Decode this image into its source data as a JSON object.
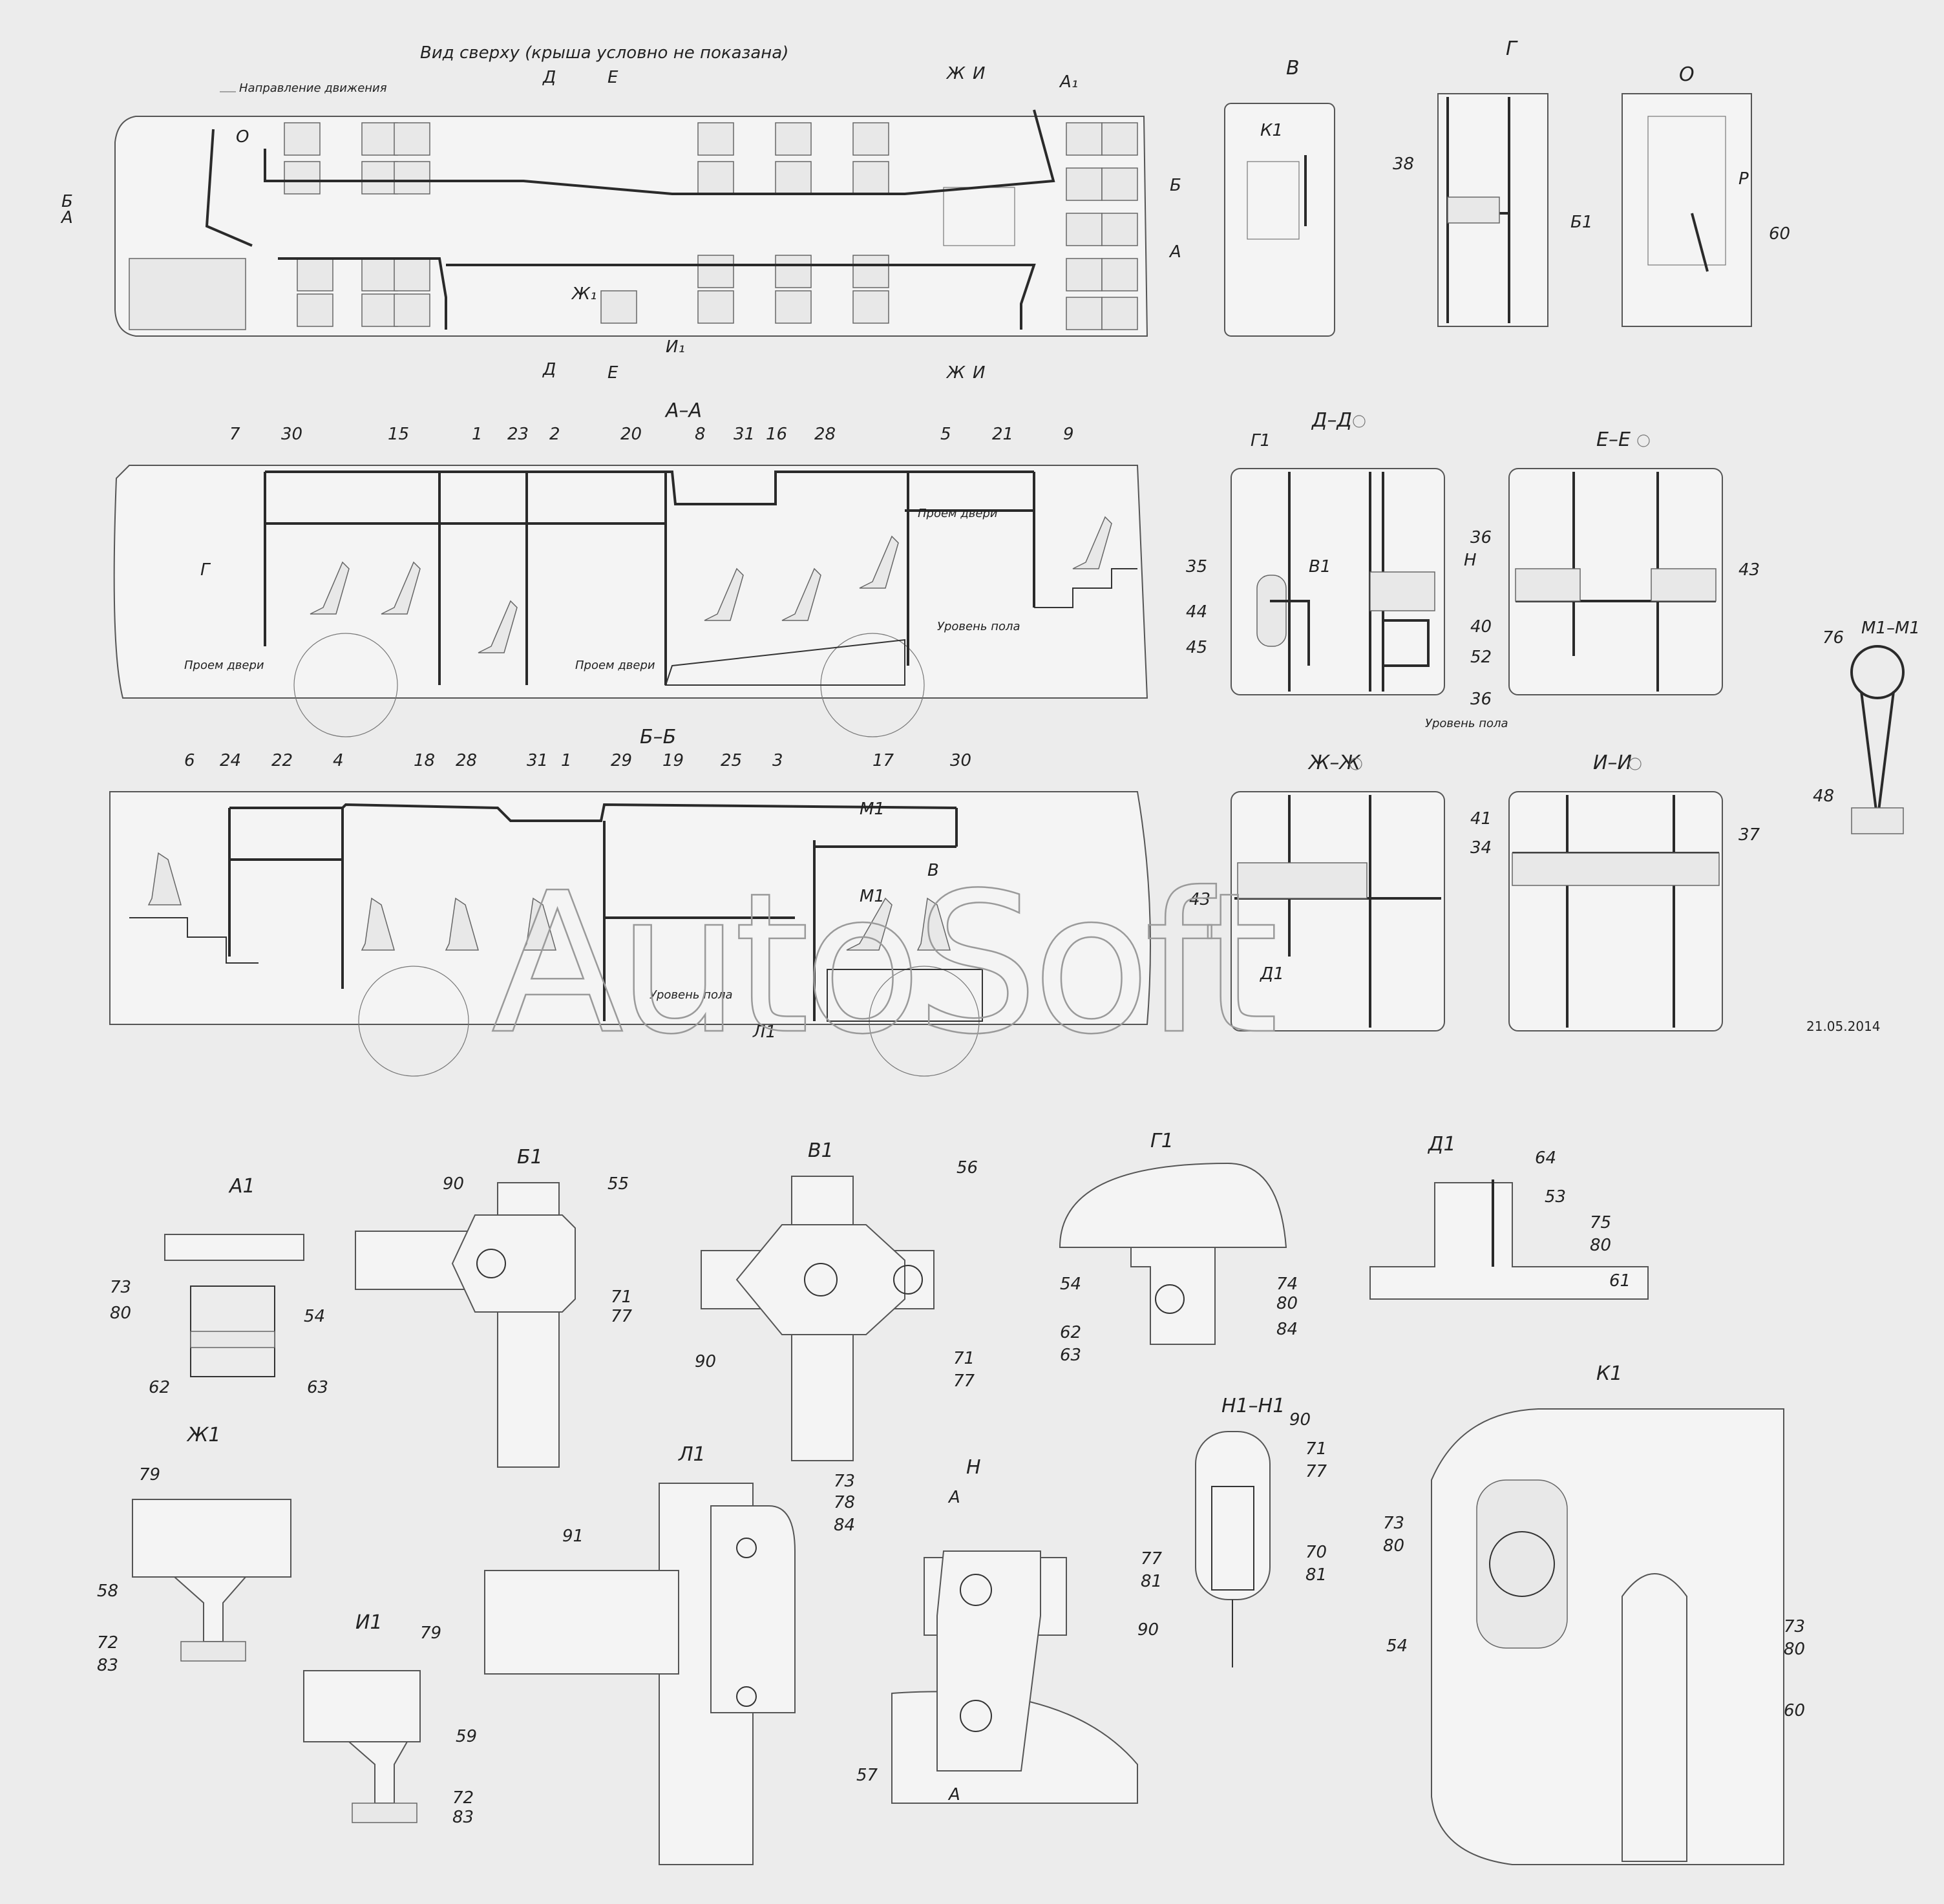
{
  "top_view": {
    "title": "Вид сверху (крыша условно не показана)",
    "direction": "Направление движения",
    "marks": [
      "Д",
      "Е",
      "Ж",
      "И",
      "А",
      "Б",
      "О",
      "А1",
      "Ж1",
      "И1"
    ]
  },
  "sections": {
    "aa": {
      "title": "А–А",
      "numbers": [
        "7",
        "30",
        "15",
        "1",
        "23",
        "2",
        "20",
        "8",
        "31",
        "16",
        "28",
        "5",
        "21",
        "9"
      ],
      "notes": [
        "Проем двери",
        "Проем двери",
        "Проем двери",
        "Уровень пола"
      ]
    },
    "bb": {
      "title": "Б–Б",
      "numbers": [
        "6",
        "24",
        "22",
        "4",
        "18",
        "28",
        "31",
        "1",
        "29",
        "19",
        "25",
        "3",
        "17",
        "30"
      ],
      "notes": [
        "Уровень пола"
      ],
      "marks": [
        "М1",
        "М1",
        "В",
        "Л1"
      ]
    },
    "v": {
      "title": "В",
      "mark": "К1"
    },
    "g": {
      "title": "Г",
      "numbers": [
        "38",
        "Б1"
      ]
    },
    "o": {
      "title": "О",
      "numbers": [
        "Р",
        "60"
      ]
    },
    "dd": {
      "title": "Д–Д",
      "numbers": [
        "Г1",
        "В1",
        "35",
        "44",
        "45",
        "36",
        "Н",
        "40",
        "52",
        "36"
      ],
      "note": "Уровень пола"
    },
    "ee": {
      "title": "Е–Е",
      "numbers": [
        "43"
      ]
    },
    "zhzh": {
      "title": "Ж–Ж",
      "numbers": [
        "43",
        "Д1"
      ]
    },
    "ii": {
      "title": "И–И",
      "numbers": [
        "41",
        "34",
        "37"
      ]
    },
    "mm": {
      "title": "М1–М1",
      "numbers": [
        "76",
        "48"
      ]
    }
  },
  "date": "21.05.2014",
  "watermark": "AutoSoft",
  "details": {
    "a1": {
      "title": "А1",
      "numbers": [
        "73",
        "80",
        "54",
        "62",
        "63"
      ]
    },
    "b1": {
      "title": "Б1",
      "numbers": [
        "90",
        "55",
        "71",
        "77"
      ]
    },
    "v1": {
      "title": "В1",
      "numbers": [
        "56",
        "90",
        "71",
        "77"
      ]
    },
    "g1": {
      "title": "Г1",
      "numbers": [
        "54",
        "74",
        "80",
        "84",
        "62",
        "63"
      ]
    },
    "d1": {
      "title": "Д1",
      "numbers": [
        "64",
        "53",
        "75",
        "80",
        "61"
      ]
    },
    "zh1": {
      "title": "Ж1",
      "numbers": [
        "79",
        "58",
        "72",
        "83"
      ]
    },
    "i1": {
      "title": "И1",
      "numbers": [
        "79",
        "59",
        "72",
        "83"
      ]
    },
    "l1": {
      "title": "Л1",
      "numbers": [
        "73",
        "78",
        "84",
        "91"
      ]
    },
    "n": {
      "title": "Н",
      "numbers": [
        "А",
        "А",
        "57"
      ]
    },
    "nn1": {
      "title": "Н1–Н1",
      "numbers": [
        "90",
        "71",
        "77",
        "77",
        "81",
        "70",
        "81",
        "90"
      ]
    },
    "k1": {
      "title": "К1",
      "numbers": [
        "73",
        "80",
        "54",
        "73",
        "80",
        "60"
      ]
    }
  }
}
